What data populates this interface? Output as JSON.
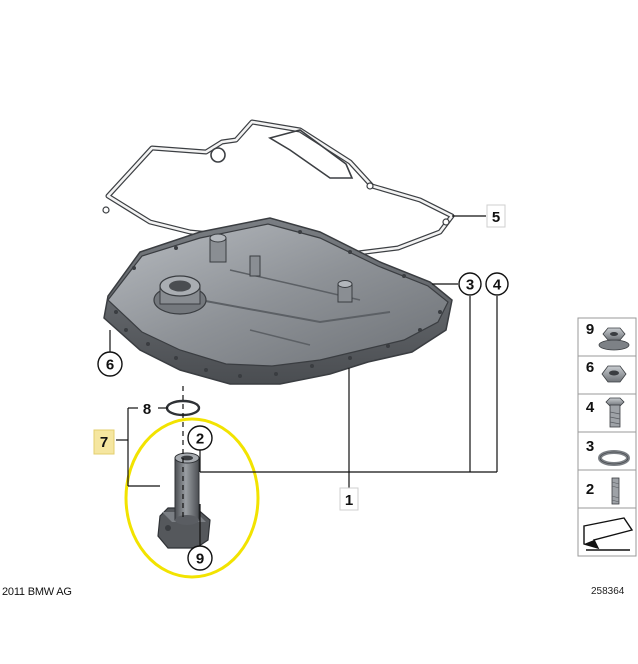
{
  "callouts": {
    "c1": "1",
    "c2": "2",
    "c3": "3",
    "c4": "4",
    "c5": "5",
    "c6": "6",
    "c7": "7",
    "c8": "8",
    "c9": "9"
  },
  "legend": {
    "items": [
      {
        "number": "9",
        "part": "nut-flange"
      },
      {
        "number": "6",
        "part": "nut-hex"
      },
      {
        "number": "4",
        "part": "bolt-hex"
      },
      {
        "number": "3",
        "part": "washer-ring"
      },
      {
        "number": "2",
        "part": "stud-bolt"
      }
    ]
  },
  "footer": {
    "copyright": "2011 BMW AG",
    "diagram_number": "258364"
  },
  "colors": {
    "highlight_ring": "#f2e300",
    "callout_box_highlight": "#f5e6a0",
    "part_metal_dark": "#5a5d62",
    "part_metal_light": "#9a9ea3"
  }
}
